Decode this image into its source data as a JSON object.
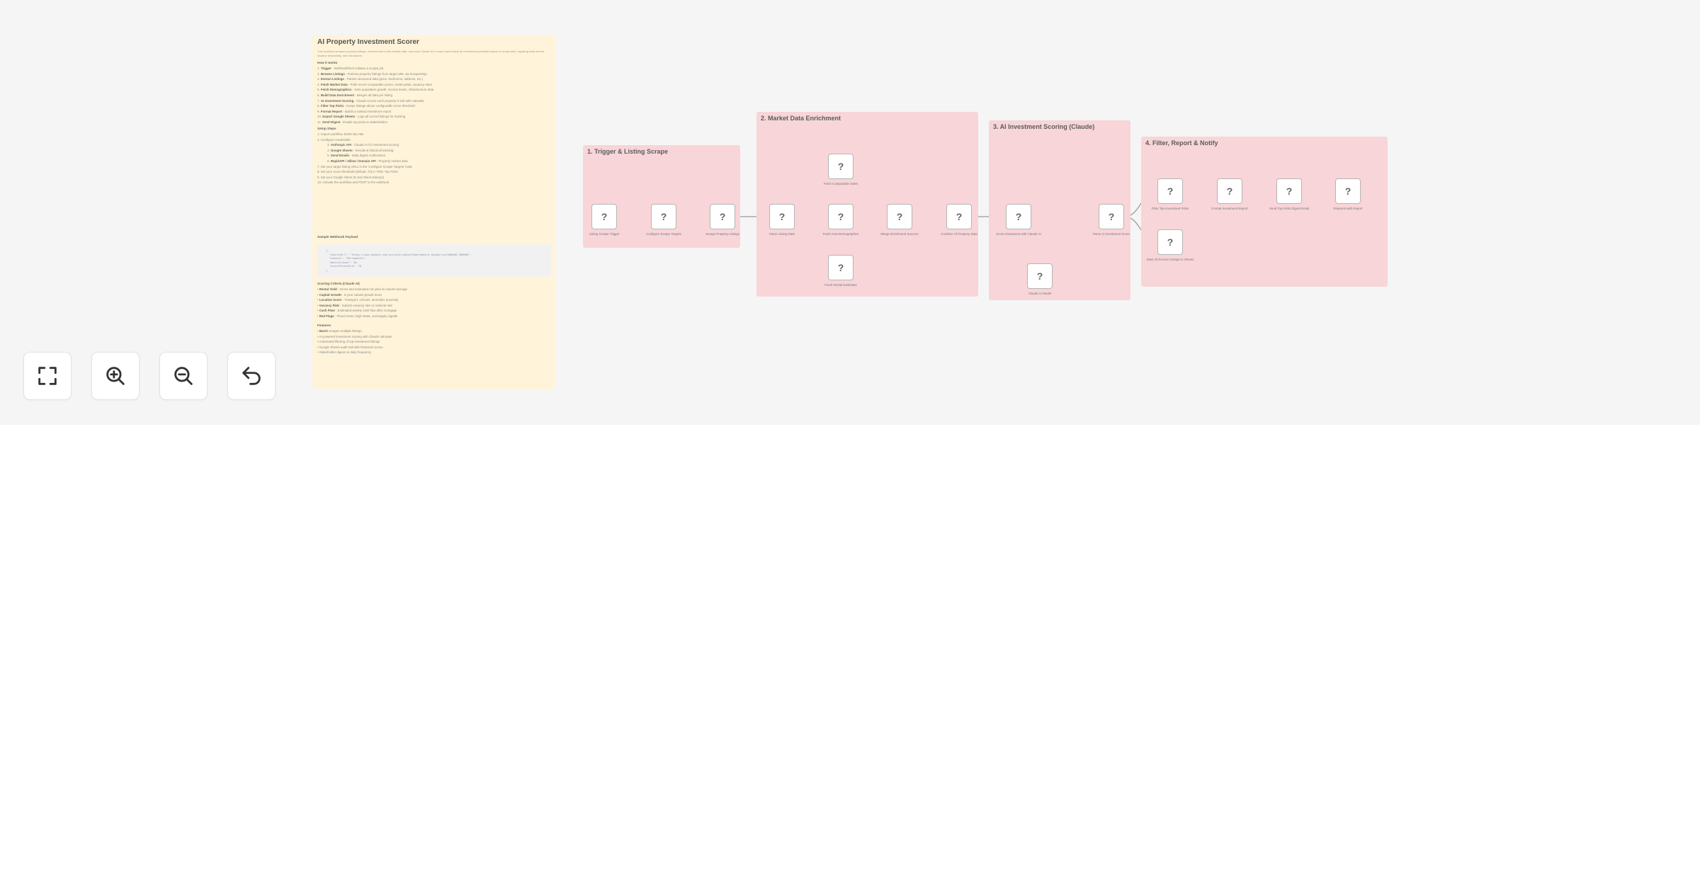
{
  "note": {
    "title": "AI Property Investment Scorer",
    "intro": "This workflow scrapes property listings, enriches them with market data, and uses Claude AI to score each listing for investment potential based on rental yield, capital growth drivers, location desirability, and risk factors.",
    "how_it_works_title": "How it works",
    "how_it_works": [
      {
        "k": "Trigger",
        "v": " - Webhook/form initiates a scrape job"
      },
      {
        "k": "Browse Listings",
        "v": " - Fetches property listings from target URL via ScrapeNinja"
      },
      {
        "k": "Extract Listings",
        "v": " - Parses structured data (price, bedrooms, address, etc.)"
      },
      {
        "k": "Fetch Market Data",
        "v": " - Pulls recent comparable prices, rental yields, vacancy rates"
      },
      {
        "k": "Fetch Demographics",
        "v": " - Gets population growth, income levels, infrastructure data"
      },
      {
        "k": "Build Data Enrichment",
        "v": " - Merges all data per listing"
      },
      {
        "k": "AI Investment Scoring",
        "v": " - Claude scores each property 0-100 with rationale"
      },
      {
        "k": "Filter Top Picks",
        "v": " - Keeps listings above configurable score threshold"
      },
      {
        "k": "Format Report",
        "v": " - Builds a ranked investment report"
      },
      {
        "k": "Export Google Sheets",
        "v": " - Logs all scored listings for tracking"
      },
      {
        "k": "Send Digest",
        "v": " - Emails top picks to stakeholders"
      }
    ],
    "setup_title": "Setup Steps",
    "setup": [
      {
        "k": "",
        "v": "Import workflow JSON into n8n",
        "sub": false
      },
      {
        "k": "",
        "v": "Configure credentials:",
        "sub": false
      },
      {
        "k": "Anthropic API",
        "v": " - Claude AI for investment scoring",
        "sub": true
      },
      {
        "k": "Google Sheets",
        "v": " - Results & historical tracking",
        "sub": true
      },
      {
        "k": "Send Emails",
        "v": " - Daily digest notifications",
        "sub": true
      },
      {
        "k": "RapidAPI / Zillow / Domain API",
        "v": " - Property market data",
        "sub": true
      },
      {
        "k": "",
        "v": "Set your target listing URLs in the 'Configure Scrape Targets' node",
        "sub": false
      },
      {
        "k": "",
        "v": "Set your score threshold (default: 70) in 'Filter Top Picks'",
        "sub": false
      },
      {
        "k": "",
        "v": "Set your Google Sheet ID and Sheet Name(s)",
        "sub": false
      },
      {
        "k": "",
        "v": "Activate the workflow and POST to the webhook",
        "sub": false
      }
    ],
    "sample_title": "Sample Webhook Payload",
    "sample_code": "{\n  \"searchUrl\": \"https://www.domain.com.au/sale/sydney?bedrooms=3-any&price=500000-900000\",\n  \"suburb\": \"Parramatta\",\n  \"maxListings\": 20,\n  \"scoreThreshold\": 70\n}",
    "scoring_title": "Scoring Criteria (Claude AI)",
    "scoring": [
      {
        "k": "Rental Yield",
        "v": " - Gross and estimated net yield vs suburb average"
      },
      {
        "k": "Capital Growth",
        "v": " - 5-year suburb growth trend"
      },
      {
        "k": "Location Score",
        "v": " - Transport, schools, amenities proximity"
      },
      {
        "k": "Vacancy Risk",
        "v": " - Suburb vacancy rate vs national rate"
      },
      {
        "k": "Cash Flow",
        "v": " - Estimated weekly cash flow after mortgage"
      },
      {
        "k": "Red Flags",
        "v": " - Flood zones, high strata, oversupply signals"
      }
    ],
    "features_title": "Features",
    "features": [
      {
        "k": "Batch",
        "v": " scrapes multiple listings"
      },
      {
        "k": "",
        "v": "AI-powered investment scoring with Claude rationale"
      },
      {
        "k": "",
        "v": "Automated filtering of top investment listings"
      },
      {
        "k": "",
        "v": "Google Sheets audit trail with historical scores"
      },
      {
        "k": "",
        "v": "Stakeholder digest on daily frequency"
      }
    ]
  },
  "groups": [
    {
      "title": "1. Trigger & Listing Scrape"
    },
    {
      "title": "2. Market Data Enrichment"
    },
    {
      "title": "3. AI Investment Scoring (Claude)"
    },
    {
      "title": "4. Filter, Report & Notify"
    }
  ],
  "node_icon": "unknown-node-icon",
  "node_glyph": "?",
  "nodes": [
    {
      "id": "n1",
      "label": "Listing Scrape Trigger"
    },
    {
      "id": "n2",
      "label": "Configure Scrape Targets"
    },
    {
      "id": "n3",
      "label": "Scrape Property Listings"
    },
    {
      "id": "n4",
      "label": "Parse Listing Data"
    },
    {
      "id": "n5",
      "label": "Fetch Comparable Sales"
    },
    {
      "id": "n6",
      "label": "Fetch Area Demographics"
    },
    {
      "id": "n7",
      "label": "Fetch Rental Estimates"
    },
    {
      "id": "n8",
      "label": "Merge Enrichment Sources"
    },
    {
      "id": "n9",
      "label": "Combine All Property Data"
    },
    {
      "id": "n10",
      "label": "Score Investment with Claude AI"
    },
    {
      "id": "n11",
      "label": "Claude AI Model"
    },
    {
      "id": "n12",
      "label": "Parse AI Investment Score"
    },
    {
      "id": "n13",
      "label": "Filter Top Investment Picks"
    },
    {
      "id": "n14",
      "label": "Format Investment Report"
    },
    {
      "id": "n15",
      "label": "Send Top Picks Digest Email"
    },
    {
      "id": "n16",
      "label": "Respond with Report"
    },
    {
      "id": "n17",
      "label": "Save All Scored Listings to Sheets"
    }
  ],
  "controls": [
    {
      "name": "fit-view-button",
      "icon": "fullscreen-icon"
    },
    {
      "name": "zoom-in-button",
      "icon": "zoom-in-icon"
    },
    {
      "name": "zoom-out-button",
      "icon": "zoom-out-icon"
    },
    {
      "name": "reset-zoom-button",
      "icon": "undo-icon"
    }
  ],
  "colors": {
    "canvas": "#f5f5f5",
    "note": "#fff4d9",
    "group": "#f8d5d8",
    "node_border": "#b5b5b5",
    "edge": "#9a9a9a"
  }
}
